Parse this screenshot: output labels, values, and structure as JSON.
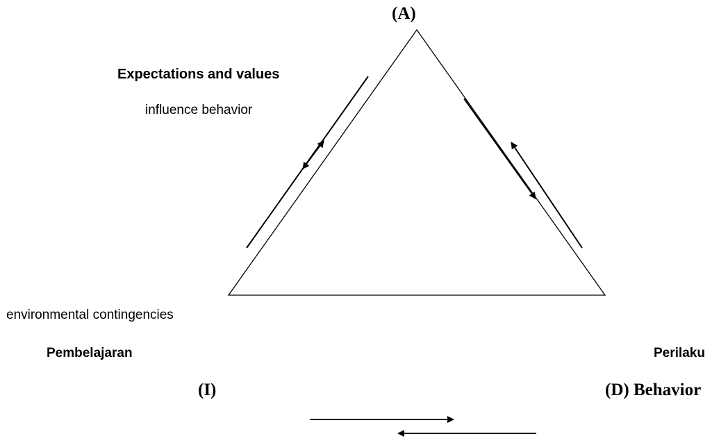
{
  "labels": {
    "vertex_top": "(A)",
    "expectations": "Expectations and values",
    "influence": "influence behavior",
    "environmental": "environmental contingencies",
    "pembelajaran": "Pembelajaran",
    "perilaku": "Perilaku",
    "vertex_left": "(I)",
    "vertex_right": "(D) Behavior"
  },
  "colors": {
    "stroke": "#000000",
    "text": "#000000",
    "background": "#ffffff"
  }
}
